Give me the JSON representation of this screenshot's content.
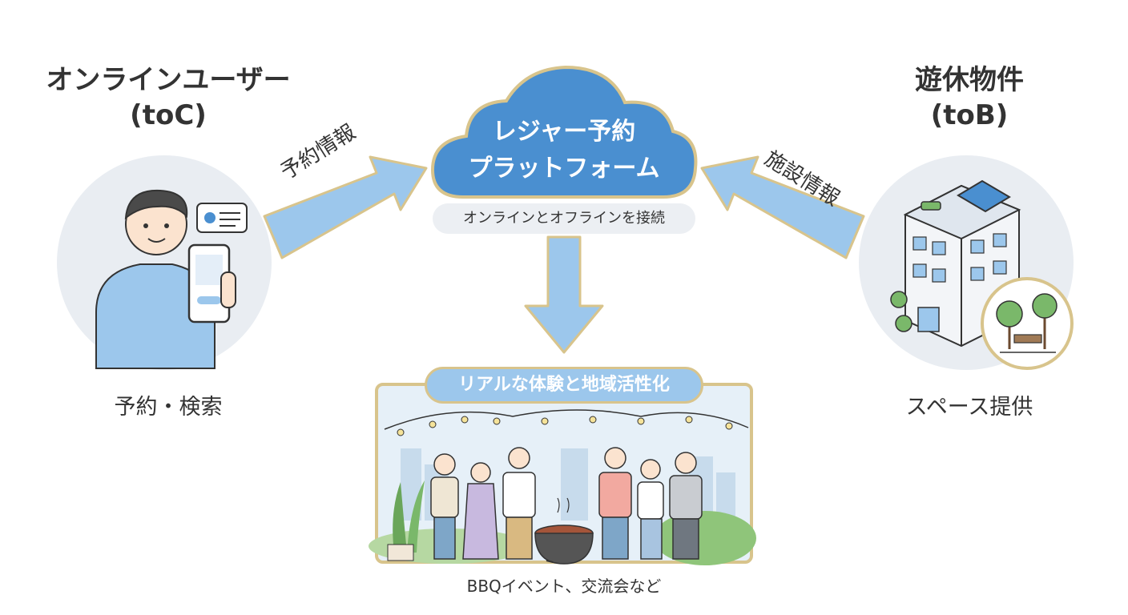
{
  "left_node": {
    "title_line1": "オンラインユーザー",
    "title_line2": "(toC)",
    "caption": "予約・検索"
  },
  "right_node": {
    "title_line1": "遊休物件",
    "title_line2": "(toB)",
    "caption": "スペース提供"
  },
  "center_node": {
    "title_line1": "レジャー予約",
    "title_line2": "プラットフォーム",
    "subtitle": "オンラインとオフラインを接続"
  },
  "arrows": {
    "left_label": "予約情報",
    "right_label": "施設情報"
  },
  "bottom_node": {
    "title": "リアルな体験と地域活性化",
    "caption": "BBQイベント、交流会など"
  },
  "icons": {
    "left": "person-smartphone-icon",
    "right": "building-icon",
    "park": "park-icon",
    "center": "cloud-icon",
    "bottom": "bbq-party-illustration"
  },
  "colors": {
    "accent_blue": "#4a8fd0",
    "light_blue": "#9cc7ec",
    "gold": "#d8c48c"
  }
}
